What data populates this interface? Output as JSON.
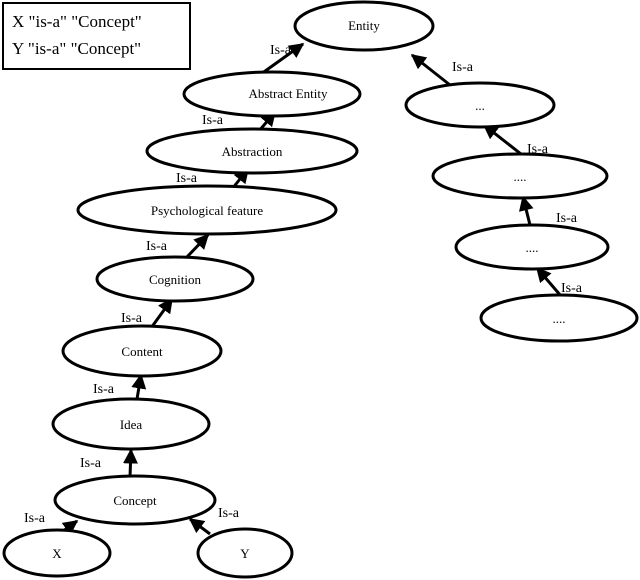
{
  "legend": {
    "lines": [
      "X \"is-a\" \"Concept\"",
      "Y \"is-a\" \"Concept\""
    ]
  },
  "nodes": {
    "entity": "Entity",
    "abstract_entity": "Abstract Entity",
    "abstraction": "Abstraction",
    "psychological_feature": "Psychological feature",
    "cognition": "Cognition",
    "content": "Content",
    "idea": "Idea",
    "concept": "Concept",
    "x": "X",
    "y": "Y",
    "right1": "...",
    "right2": "....",
    "right3": "....",
    "right4": "...."
  },
  "edge_label": "Is-a"
}
